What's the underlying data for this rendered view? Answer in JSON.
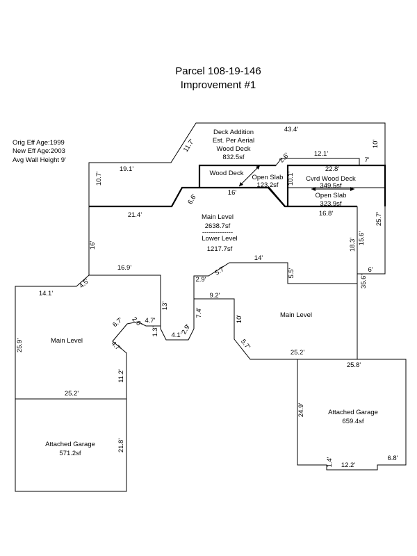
{
  "header": {
    "title": "Parcel 108-19-146",
    "subtitle": "Improvement #1"
  },
  "info": {
    "line1": "Orig Eff Age:1999",
    "line2": "New Eff Age:2003",
    "line3": "Avg Wall Height 9'"
  },
  "areas": {
    "deck_addition": "Deck Addition",
    "deck_addition_note": "Est. Per Aerial",
    "deck_addition_type": "Wood Deck",
    "deck_addition_size": "832.5sf",
    "wood_deck": "Wood Deck",
    "open_slab_1": "Open Slab",
    "open_slab_1_size": "123.2sf",
    "cvrd_deck": "Cvrd Wood Deck",
    "cvrd_deck_size": "349.5sf",
    "open_slab_2": "Open Slab",
    "open_slab_2_size": "323.9sf",
    "main_level_1": "Main Level",
    "main_level_1_size": "2638.7sf",
    "separator": "--------------",
    "lower_level": "Lower Level",
    "lower_level_size": "1217.7sf",
    "main_level_2": "Main Level",
    "main_level_3": "Main Level",
    "garage_left": "Attached Garage",
    "garage_left_size": "571.2sf",
    "garage_right": "Attached Garage",
    "garage_right_size": "659.4sf"
  },
  "dims": {
    "d_43_4": "43.4'",
    "d_10_top": "10'",
    "d_11_7": "11.7'",
    "d_19_1": "19.1'",
    "d_10_7": "10.7'",
    "d_2_6": "2.6'",
    "d_12_1": "12.1'",
    "d_7": "7'",
    "d_22_8": "22.8'",
    "d_10_1": "10.1'",
    "d_16_deck": "16'",
    "d_6_6": "6.6'",
    "d_21_4": "21.4'",
    "d_16_8": "16.8'",
    "d_25_7": "25.7'",
    "d_15_6": "15.6'",
    "d_18_3": "18.3'",
    "d_6": "6'",
    "d_35_6": "35.6'",
    "d_16_left": "16'",
    "d_16_9": "16.9'",
    "d_14": "14'",
    "d_5_7": "5.7'",
    "d_2_9": "2.9'",
    "d_5_5": "5.5'",
    "d_4_5": "4.5'",
    "d_14_1": "14.1'",
    "d_9_2": "9.2'",
    "d_13": "13'",
    "d_7_4": "7.4'",
    "d_10_mid": "10'",
    "d_6_7": "6.7'",
    "d_2_6b": "2.6'",
    "d_4_7a": "4.7'",
    "d_1_3": "1.3'",
    "d_4_1": "4.1'",
    "d_2_9b": "2.9'",
    "d_4_7b": "4.7'",
    "d_25_9": "25.9'",
    "d_5_7b": "5.7'",
    "d_25_2a": "25.2'",
    "d_25_8": "25.8'",
    "d_11_2": "11.2'",
    "d_25_2b": "25.2'",
    "d_24_9": "24.9'",
    "d_21_8": "21.8'",
    "d_1_4": "1.4'",
    "d_12_2": "12.2'",
    "d_6_8": "6.8'"
  }
}
